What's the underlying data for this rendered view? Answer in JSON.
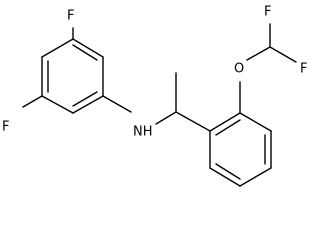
{
  "atoms": {
    "f_top": "F",
    "f_bottom": "F",
    "nh": "NH",
    "o": "O",
    "f_right1": "F",
    "f_right2": "F"
  },
  "colors": {
    "background": "#ffffff",
    "bond": "#000000",
    "label": "#000000"
  }
}
